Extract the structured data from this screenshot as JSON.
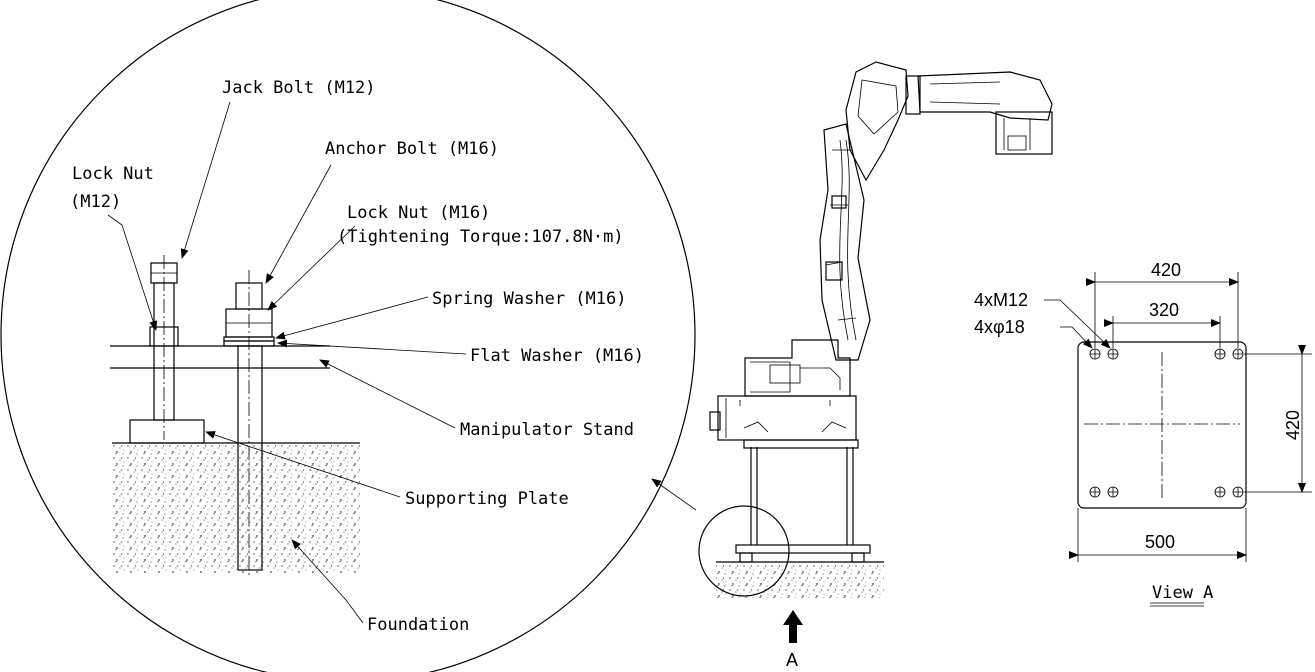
{
  "detail": {
    "jack_bolt": "Jack Bolt (M12)",
    "anchor_bolt": "Anchor Bolt (M16)",
    "lock_nut_m12_line1": "Lock Nut",
    "lock_nut_m12_line2": "(M12)",
    "lock_nut_m16": "Lock Nut (M16)",
    "tightening_torque": "(Tightening Torque:107.8N·m)",
    "spring_washer": "Spring Washer (M16)",
    "flat_washer": "Flat Washer (M16)",
    "manipulator_stand": "Manipulator Stand",
    "supporting_plate": "Supporting Plate",
    "foundation": "Foundation"
  },
  "robot": {
    "view_arrow_label": "A"
  },
  "view_a": {
    "title": "View A",
    "dim_outer_h": "420",
    "dim_inner_h": "320",
    "dim_vertical": "420",
    "dim_width": "500",
    "thread_label": "4xM12",
    "hole_label": "4xφ18"
  }
}
